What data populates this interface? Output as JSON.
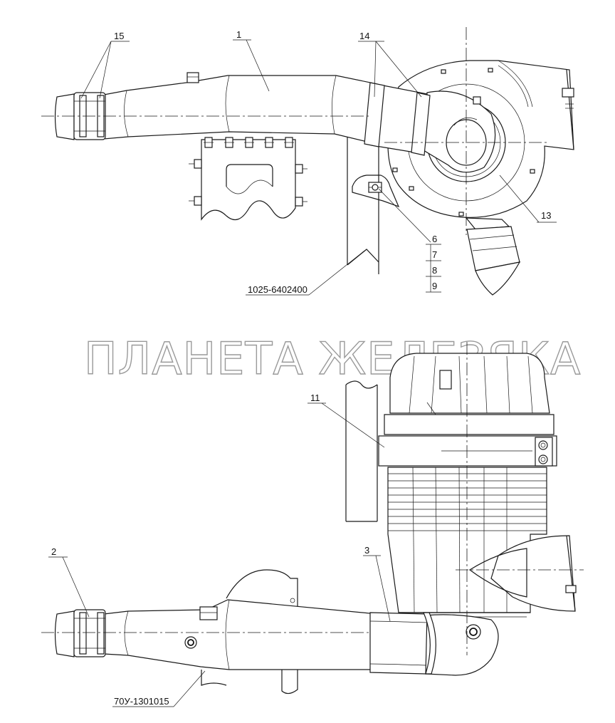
{
  "watermark": "ПЛАНЕТА ЖЕЛЕЗЯКА",
  "callouts": {
    "c1": "1",
    "c2": "2",
    "c3": "3",
    "c6": "6",
    "c7": "7",
    "c8": "8",
    "c9": "9",
    "c11": "11",
    "c13": "13",
    "c14": "14",
    "c15": "15"
  },
  "references": {
    "bracket": "1025-6402400",
    "hose": "70У-1301015"
  }
}
